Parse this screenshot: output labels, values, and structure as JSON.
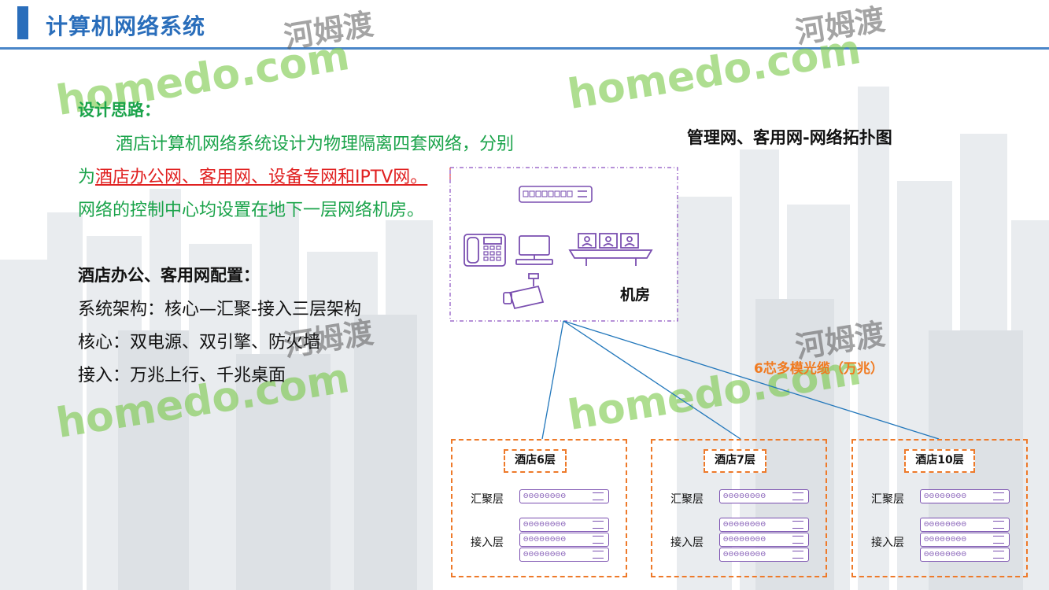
{
  "header": {
    "title": "计算机网络系统"
  },
  "design": {
    "heading": "设计思路：",
    "line1": "酒店计算机网络系统设计为物理隔离四套网络，分别",
    "line2_prefix": "为",
    "line2_highlight": "酒店办公网、客用网、设备专网和IPTV网。",
    "line3": "网络的控制中心均设置在地下一层网络机房。"
  },
  "config": {
    "heading": "酒店办公、客用网配置：",
    "arch": "系统架构：核心—汇聚-接入三层架构",
    "core": "核心：双电源、双引擎、防火墙",
    "access": "接入：万兆上行、千兆桌面"
  },
  "topology": {
    "title": "管理网、客用网-网络拓扑图",
    "room_label": "机房",
    "fiber_label": "6芯多模光缆（万兆）",
    "floors": [
      {
        "name": "酒店6层",
        "agg_label": "汇聚层",
        "access_label": "接入层"
      },
      {
        "name": "酒店7层",
        "agg_label": "汇聚层",
        "access_label": "接入层"
      },
      {
        "name": "酒店10层",
        "agg_label": "汇聚层",
        "access_label": "接入层"
      }
    ]
  },
  "watermark": {
    "latin": "homedo.com",
    "cn": "河姆渡"
  },
  "colors": {
    "accent": "#2a6ebb",
    "green": "#1aa34a",
    "highlight": "#e02020",
    "floor_border": "#ee7a2a",
    "device": "#7a4fb0",
    "link": "#2277bb"
  },
  "icons": [
    "core-switch-icon",
    "phone-icon",
    "computer-icon",
    "video-conference-icon",
    "camera-icon",
    "switch-icon"
  ]
}
